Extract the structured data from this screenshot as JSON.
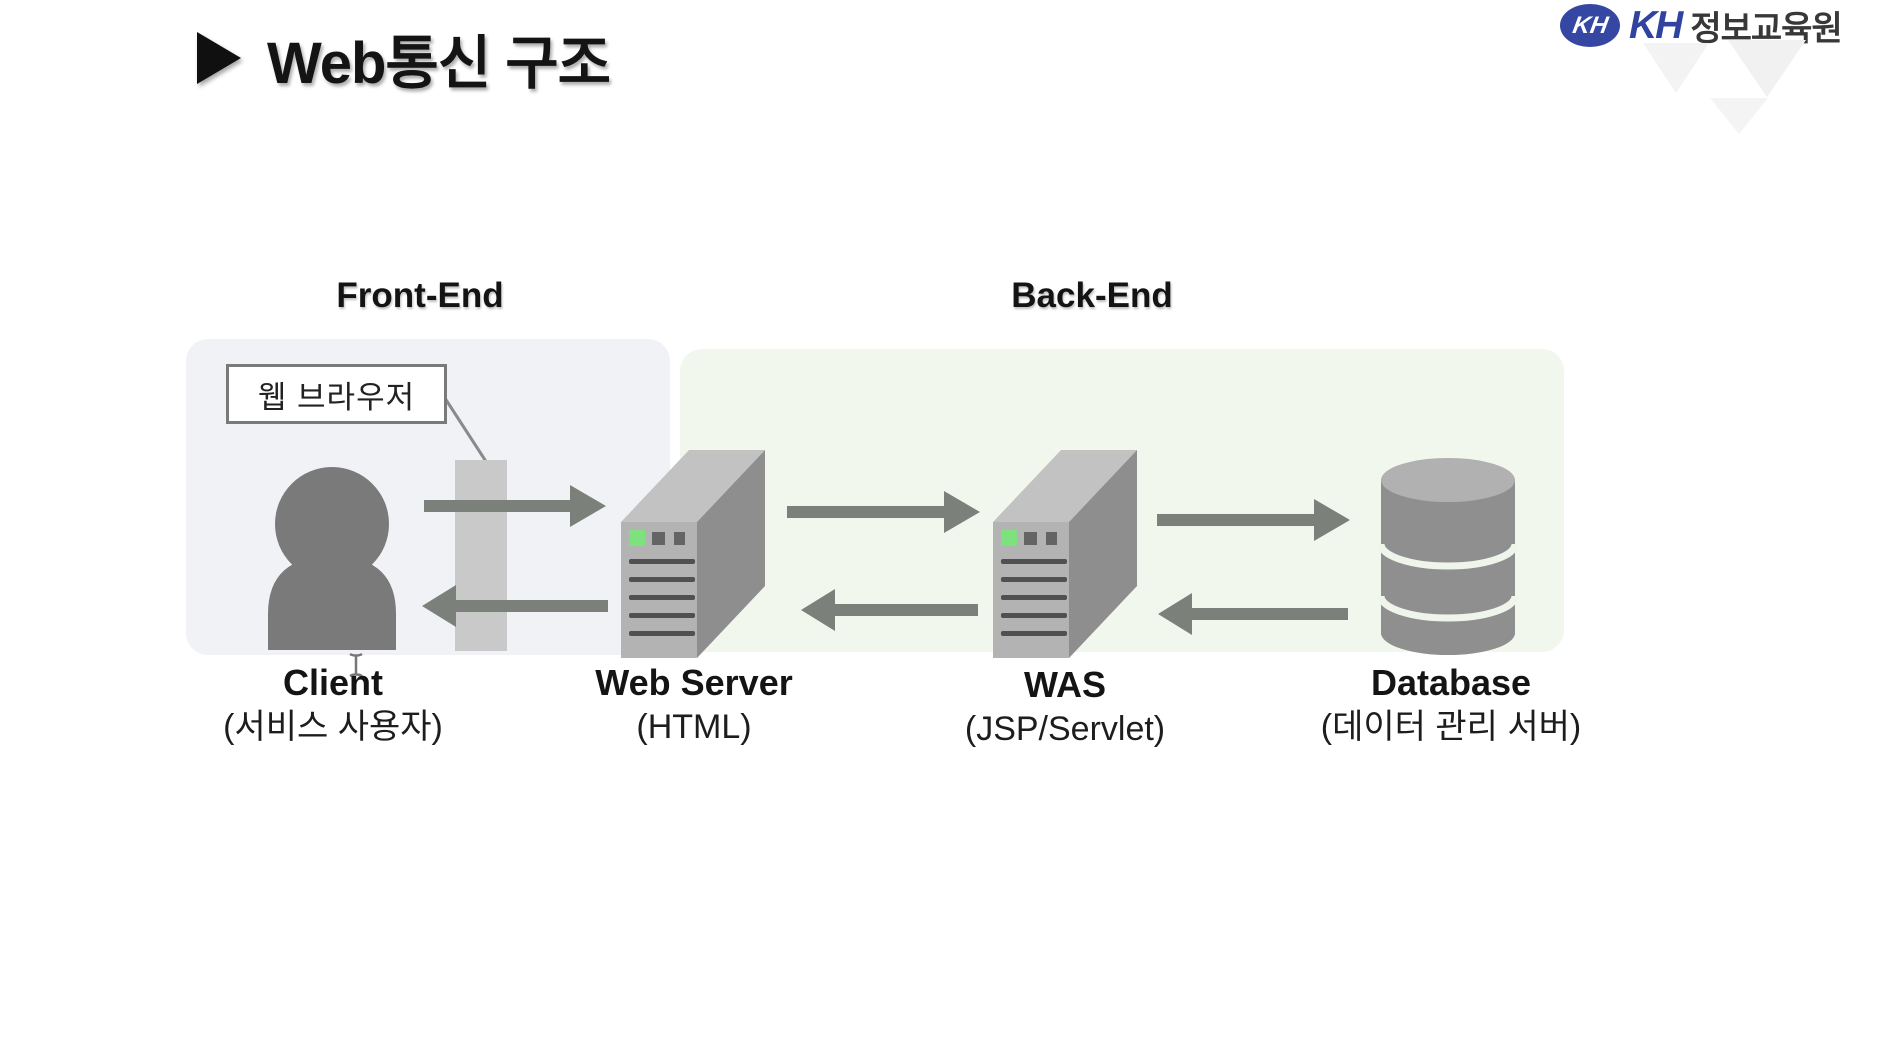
{
  "title": {
    "marker": "▶",
    "text": "Web통신 구조"
  },
  "logo": {
    "badge": "KH",
    "name": "KH",
    "suffix": "정보교육원"
  },
  "diagram": {
    "front_end_label": "Front-End",
    "back_end_label": "Back-End",
    "browser_callout": "웹 브라우저",
    "nodes": [
      {
        "id": "client",
        "title": "Client",
        "subtitle": "(서비스 사용자)"
      },
      {
        "id": "web-server",
        "title": "Web Server",
        "subtitle": "(HTML)"
      },
      {
        "id": "was",
        "title": "WAS",
        "subtitle": "(JSP/Servlet)"
      },
      {
        "id": "database",
        "title": "Database",
        "subtitle": "(데이터 관리 서버)"
      }
    ]
  },
  "colors": {
    "logo_blue": "#3547a2",
    "panel_front_end": "#f1f2f5",
    "panel_back_end": "#f2f7ee",
    "icon_gray": "#8f8f8f",
    "arrow_gray": "#7b807b",
    "led_green": "#7de27d"
  }
}
